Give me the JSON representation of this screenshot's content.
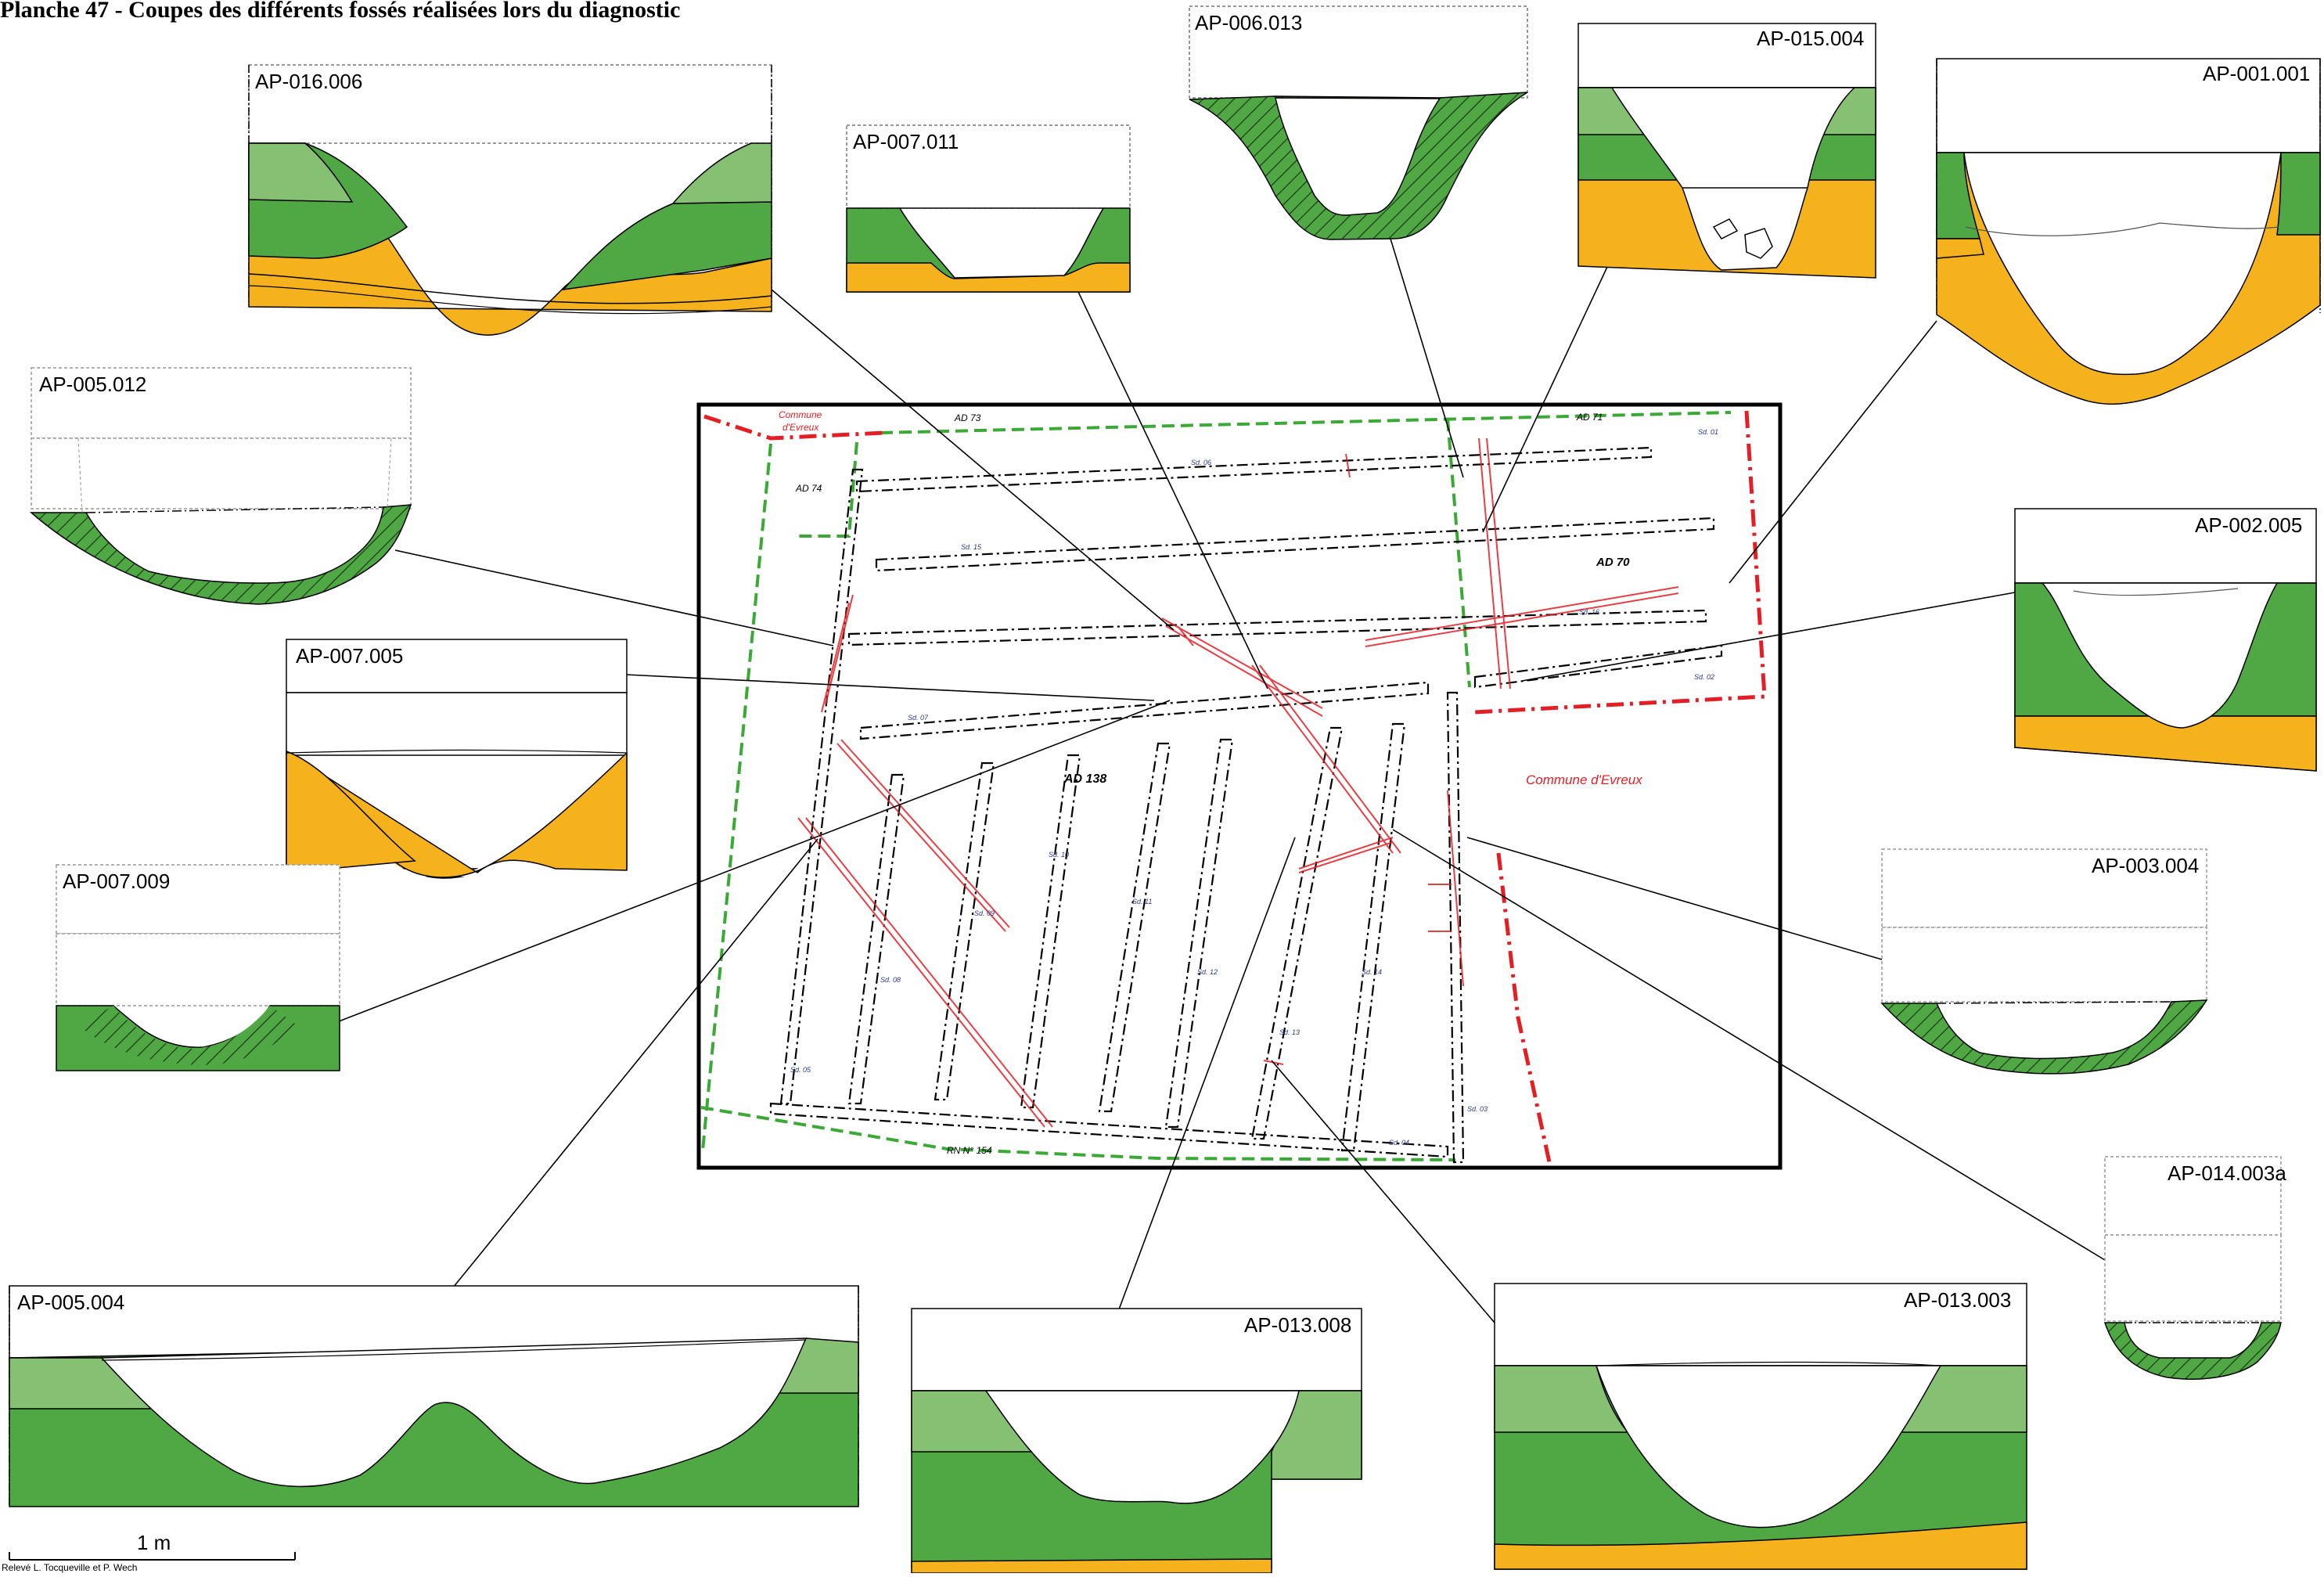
{
  "plate": {
    "title": "Planche 47 - Coupes des différents fossés réalisées lors du diagnostic",
    "credit": "Relevé L. Tocqueville et P. Wech",
    "scale_label": "1 m"
  },
  "colors": {
    "light_green": "#86c173",
    "green": "#4fa844",
    "orange": "#f5b21c",
    "plan_red": "#e31e24",
    "plan_green": "#3aa935",
    "trench_blue": "#2b3990"
  },
  "sections": [
    {
      "id": "AP-016.006"
    },
    {
      "id": "AP-007.011"
    },
    {
      "id": "AP-006.013"
    },
    {
      "id": "AP-015.004"
    },
    {
      "id": "AP-001.001"
    },
    {
      "id": "AP-005.012"
    },
    {
      "id": "AP-002.005"
    },
    {
      "id": "AP-007.005"
    },
    {
      "id": "AP-007.009"
    },
    {
      "id": "AP-003.004"
    },
    {
      "id": "AP-014.003a"
    },
    {
      "id": "AP-005.004"
    },
    {
      "id": "AP-013.008"
    },
    {
      "id": "AP-013.003"
    }
  ],
  "plan": {
    "parcels": [
      "AD 73",
      "AD 71",
      "AD 74",
      "AD 70",
      "AD 138"
    ],
    "commune_top": [
      "Commune",
      "d'Evreux"
    ],
    "commune_right": "Commune d'Evreux",
    "road": "RN N° 154",
    "trenches": [
      "Sd. 01",
      "Sd. 02",
      "Sd. 03",
      "Sd. 04",
      "Sd. 05",
      "Sd. 06",
      "Sd. 07",
      "Sd. 08",
      "Sd. 09",
      "Sd. 10",
      "Sd. 11",
      "Sd. 12",
      "Sd. 13",
      "Sd. 14",
      "Sd. 15",
      "Sd. 16"
    ]
  }
}
